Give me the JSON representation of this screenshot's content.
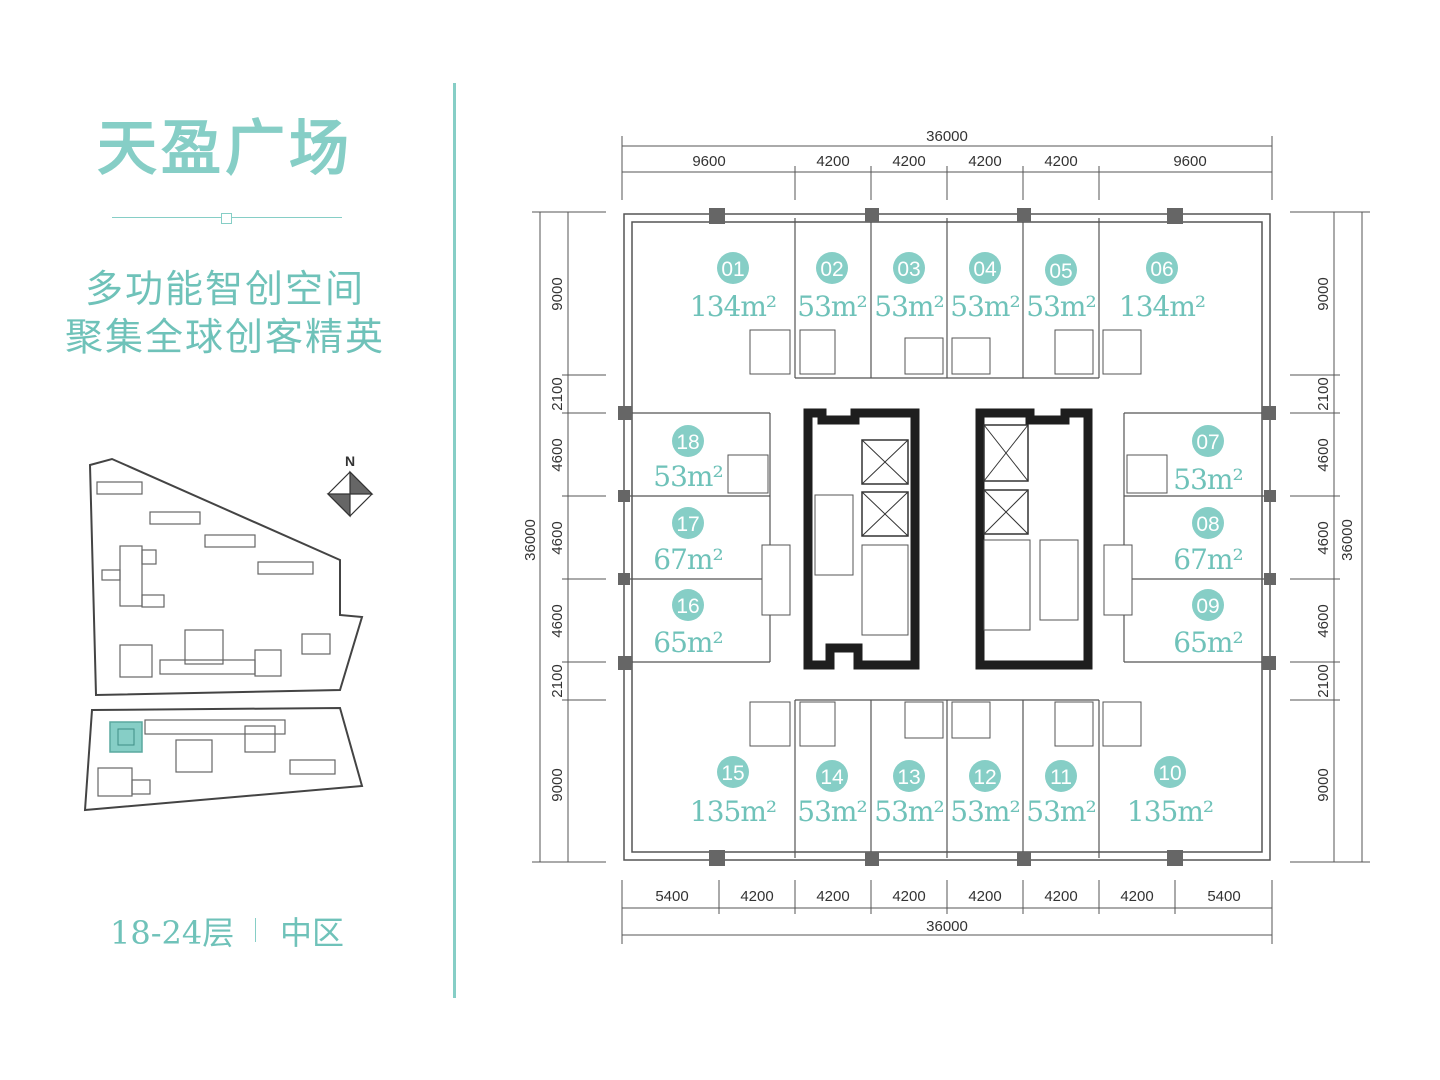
{
  "title": "天盈广场",
  "slogan_line1": "多功能智创空间",
  "slogan_line2": "聚集全球创客精英",
  "floor_range": "18-24层",
  "zone": "中区",
  "compass_label": "N",
  "colors": {
    "accent": "#86cec6",
    "accent_dark": "#6fc2b9",
    "wall": "#222222",
    "line": "#555555"
  },
  "dimensions": {
    "total_top": "36000",
    "total_bottom": "36000",
    "total_left": "36000",
    "total_right": "36000",
    "top_segments": [
      "9600",
      "4200",
      "4200",
      "4200",
      "4200",
      "9600"
    ],
    "bottom_segments": [
      "5400",
      "4200",
      "4200",
      "4200",
      "4200",
      "4200",
      "4200",
      "5400"
    ],
    "left_segments": [
      "9000",
      "2100",
      "4600",
      "4600",
      "4600",
      "2100",
      "9000"
    ],
    "right_segments": [
      "9000",
      "2100",
      "4600",
      "4600",
      "4600",
      "2100",
      "9000"
    ]
  },
  "units": [
    {
      "no": "01",
      "area": "134m²"
    },
    {
      "no": "02",
      "area": "53m²"
    },
    {
      "no": "03",
      "area": "53m²"
    },
    {
      "no": "04",
      "area": "53m²"
    },
    {
      "no": "05",
      "area": "53m²"
    },
    {
      "no": "06",
      "area": "134m²"
    },
    {
      "no": "07",
      "area": "53m²"
    },
    {
      "no": "08",
      "area": "67m²"
    },
    {
      "no": "09",
      "area": "65m²"
    },
    {
      "no": "10",
      "area": "135m²"
    },
    {
      "no": "11",
      "area": "53m²"
    },
    {
      "no": "12",
      "area": "53m²"
    },
    {
      "no": "13",
      "area": "53m²"
    },
    {
      "no": "14",
      "area": "53m²"
    },
    {
      "no": "15",
      "area": "135m²"
    },
    {
      "no": "16",
      "area": "65m²"
    },
    {
      "no": "17",
      "area": "67m²"
    },
    {
      "no": "18",
      "area": "53m²"
    }
  ]
}
